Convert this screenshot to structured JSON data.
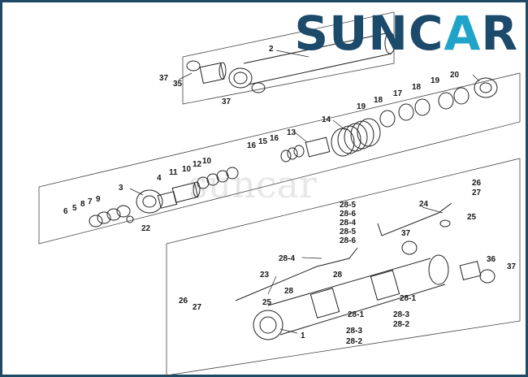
{
  "brand": {
    "logo_text": "SUNCAR",
    "accent_letter_index": 4,
    "watermark": "suncar",
    "primary_color": "#1c4a6a",
    "accent_color": "#1fa3c9"
  },
  "labels": [
    "37",
    "35",
    "2",
    "37",
    "20",
    "19",
    "18",
    "17",
    "18",
    "19",
    "14",
    "13",
    "16",
    "15",
    "16",
    "11",
    "10",
    "12",
    "10",
    "4",
    "3",
    "6",
    "5",
    "8",
    "7",
    "9",
    "22",
    "26",
    "27",
    "24",
    "25",
    "28-5",
    "28-6",
    "28-4",
    "37",
    "28-5",
    "28-6",
    "28-4",
    "23",
    "28",
    "28",
    "36",
    "37",
    "26",
    "27",
    "25",
    "28-1",
    "28-1",
    "28-3",
    "28-2",
    "1",
    "28-3",
    "28-2"
  ]
}
